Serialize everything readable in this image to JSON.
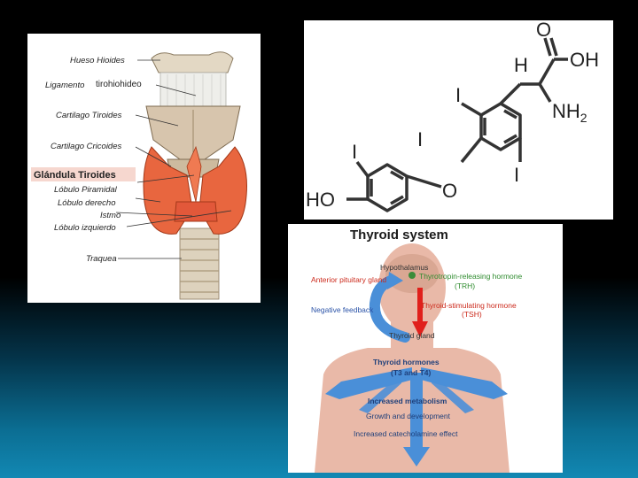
{
  "anatomy": {
    "labels": {
      "hueso_hioides": "Hueso Hioides",
      "ligamento": "Ligamento",
      "ligamento_extra": "tirohiohideo",
      "cartilago_tiroides": "Cartilago Tiroides",
      "cartilago_cricoides": "Cartilago Cricoides",
      "glandula": "Glándula Tiroides",
      "lobulo_piramidal": "Lóbulo Piramidal",
      "lobulo_derecho": "Lóbulo derecho",
      "istmo": "Istmo",
      "lobulo_izquierdo": "Lóbulo izquierdo",
      "traquea": "Traquea"
    }
  },
  "molecule": {
    "atoms": {
      "o_top": "O",
      "oh": "OH",
      "h": "H",
      "nh2": "NH",
      "nh2_sub": "2",
      "i1": "I",
      "i2": "I",
      "i3": "I",
      "i4": "I",
      "o_bridge": "O",
      "ho": "HO"
    }
  },
  "thyroid_system": {
    "title": "Thyroid system",
    "hypothalamus": "Hypothalamus",
    "trh": "Thyrotropin-releasing hormone",
    "trh_abbr": "(TRH)",
    "pituitary": "Anterior pituitary gland",
    "negative_feedback": "Negative feedback",
    "tsh": "Thyroid-stimulating hormone",
    "tsh_abbr": "(TSH)",
    "thyroid_gland": "Thyroid gland",
    "hormones": "Thyroid hormones",
    "hormones_abbr": "(T3 and T4)",
    "metabolism": "Increased metabolism",
    "growth": "Growth and development",
    "catecholamine": "Increased catecholamine effect"
  },
  "colors": {
    "gland": "#e8663f",
    "cartilage": "#d9cbb3",
    "body": "#e9b9a8",
    "arrow_blue": "#4a8fd8",
    "arrow_red": "#e0201b",
    "label_red": "#cc2a1c",
    "label_green": "#2e8b2e",
    "label_blue": "#2c54a8"
  }
}
